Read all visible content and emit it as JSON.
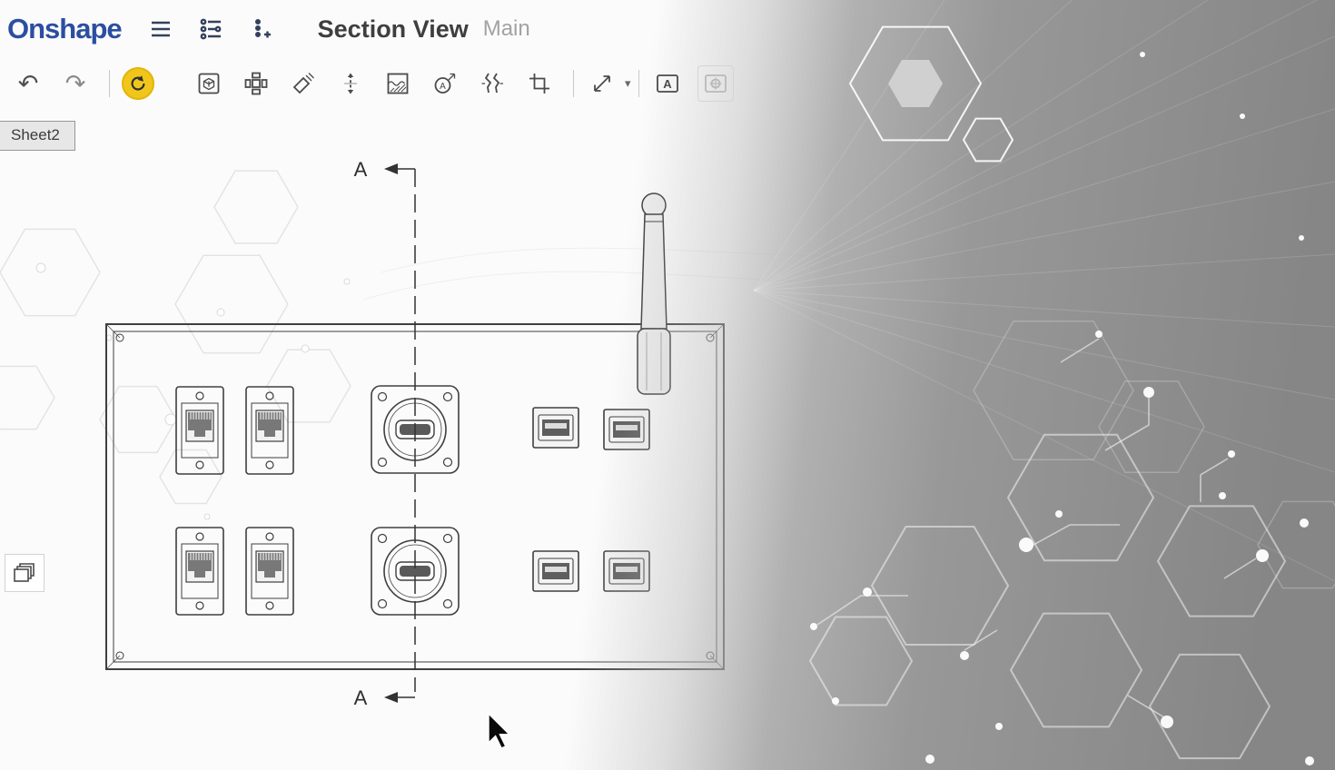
{
  "app": {
    "name": "Onshape",
    "brand_color": "#2b4ea0"
  },
  "header": {
    "title": "Section View",
    "subtitle": "Main"
  },
  "toolbar": {
    "icons": [
      {
        "name": "undo-icon"
      },
      {
        "name": "redo-icon"
      },
      {
        "name": "update-drawing-icon",
        "highlight_color": "#f1c61c"
      },
      {
        "name": "insert-view-icon"
      },
      {
        "name": "projected-view-icon"
      },
      {
        "name": "auxiliary-view-icon"
      },
      {
        "name": "move-view-icon"
      },
      {
        "name": "broken-out-section-icon"
      },
      {
        "name": "detail-view-icon",
        "letter": "A"
      },
      {
        "name": "break-view-icon"
      },
      {
        "name": "crop-view-icon"
      },
      {
        "name": "fit-view-icon"
      },
      {
        "name": "sheet-annotation-icon",
        "letter": "A"
      },
      {
        "name": "dimension-icon"
      }
    ],
    "glyphs": {
      "undo": "↶",
      "redo": "↷",
      "caret": "▾"
    }
  },
  "tabs": {
    "sheet_label": "Sheet2"
  },
  "drawing": {
    "section_label_top": "A",
    "section_label_bottom": "A",
    "line_color": "#3f3f3f"
  },
  "colors": {
    "brand_blue": "#2b4ea0",
    "accent_yellow": "#f1c61c",
    "overlay_gray": "#8f8f8f",
    "canvas_bg": "#fbfbfb"
  }
}
